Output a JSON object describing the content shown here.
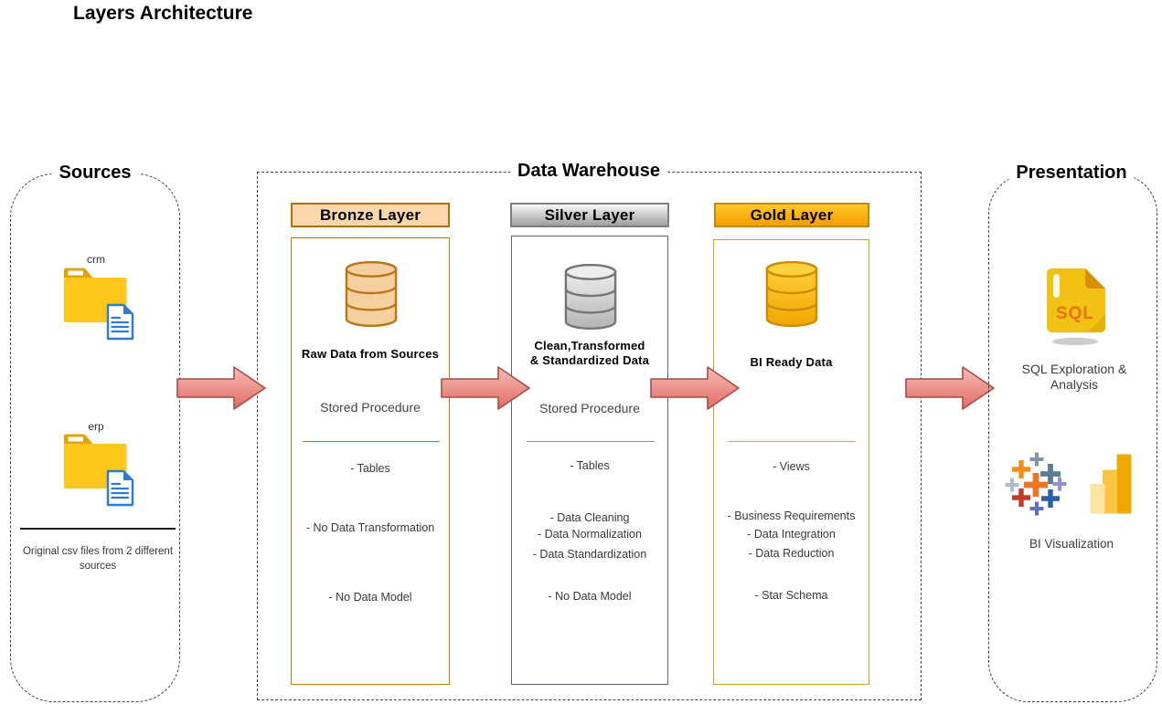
{
  "title": "Layers Architecture",
  "colors": {
    "bronze_accent": "#BE7C16",
    "bronze_header_fill": "#FBD7A9",
    "silver_accent": "#5D5D8F",
    "silver_header_gray": "#9E9E9E",
    "gold_accent": "#D5A021",
    "gold_header_top": "#FFC926",
    "gold_header_bottom": "#F49C00",
    "arrow_fill_top": "#F5B8B4",
    "arrow_fill_bottom": "#E2756D",
    "arrow_stroke": "#A94A44",
    "folder_yellow": "#FFC61B",
    "file_blue": "#2C7CD6",
    "sql_file_yellow": "#F2C114",
    "sql_text_orange": "#E8721C"
  },
  "sources": {
    "label": "Sources",
    "folders": [
      {
        "name": "crm"
      },
      {
        "name": "erp"
      }
    ],
    "caption": "Original csv files from 2 different sources"
  },
  "warehouse": {
    "label": "Data Warehouse",
    "layers": [
      {
        "name": "Bronze Layer",
        "heading": "Raw Data from Sources",
        "subheading": "Stored Procedure",
        "items": [
          "- Tables",
          "- No Data Transformation",
          "- No Data Model"
        ]
      },
      {
        "name": "Silver Layer",
        "heading": "Clean,Transformed & Standardized Data",
        "subheading": "Stored Procedure",
        "items": [
          "- Tables",
          "- Data Cleaning",
          "- Data Normalization",
          "- Data Standardization",
          "- No Data Model"
        ]
      },
      {
        "name": "Gold Layer",
        "heading": "BI Ready Data",
        "items": [
          "- Views",
          "- Business Requirements",
          "- Data Integration",
          "- Data Reduction",
          "- Star Schema"
        ]
      }
    ]
  },
  "presentation": {
    "label": "Presentation",
    "sql_badge": "SQL",
    "sql_caption": "SQL Exploration & Analysis",
    "bi_caption": "BI Visualization"
  },
  "icons": [
    "folder-icon",
    "csv-file-icon",
    "database-icon",
    "flow-arrow-icon",
    "sql-file-icon",
    "tableau-icon",
    "power-bi-icon"
  ]
}
